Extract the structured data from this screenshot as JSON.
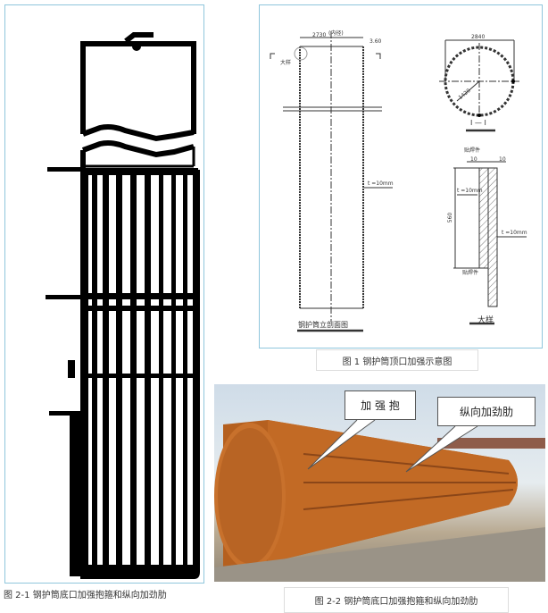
{
  "figure_left": {
    "caption": "图 2-1   钢护筒底口加强抱箍和纵向加劲肋"
  },
  "figure_top_right": {
    "caption": "图 1  钢护筒顶口加强示意图",
    "labels": {
      "inner_diameter_note": "(内径)",
      "inner_diameter": "2730",
      "offset": "3.60",
      "detail_mark_left": "大样",
      "outer_diameter": "2840",
      "radius": "1420",
      "section_mark": "I — I",
      "weld_plate_top": "贴焊件",
      "weld_plate_bottom": "贴焊件",
      "dim_left": "10",
      "dim_right": "10",
      "thickness_inner": "t =10mm",
      "thickness_main": "t =10mm",
      "thickness_detail": "t =10mm",
      "height": "560",
      "section_title": "钢护筒立剖面图",
      "detail_title": "大样"
    }
  },
  "photo": {
    "caption": "图  2-2  钢护筒底口加强抱箍和纵向加劲肋",
    "callout_hoop": "加 强 抱",
    "callout_rib": "纵向加劲肋"
  },
  "colors": {
    "frame": "#8fc6dc",
    "rust": "#c2671e",
    "sky": "#d8e4ee"
  }
}
